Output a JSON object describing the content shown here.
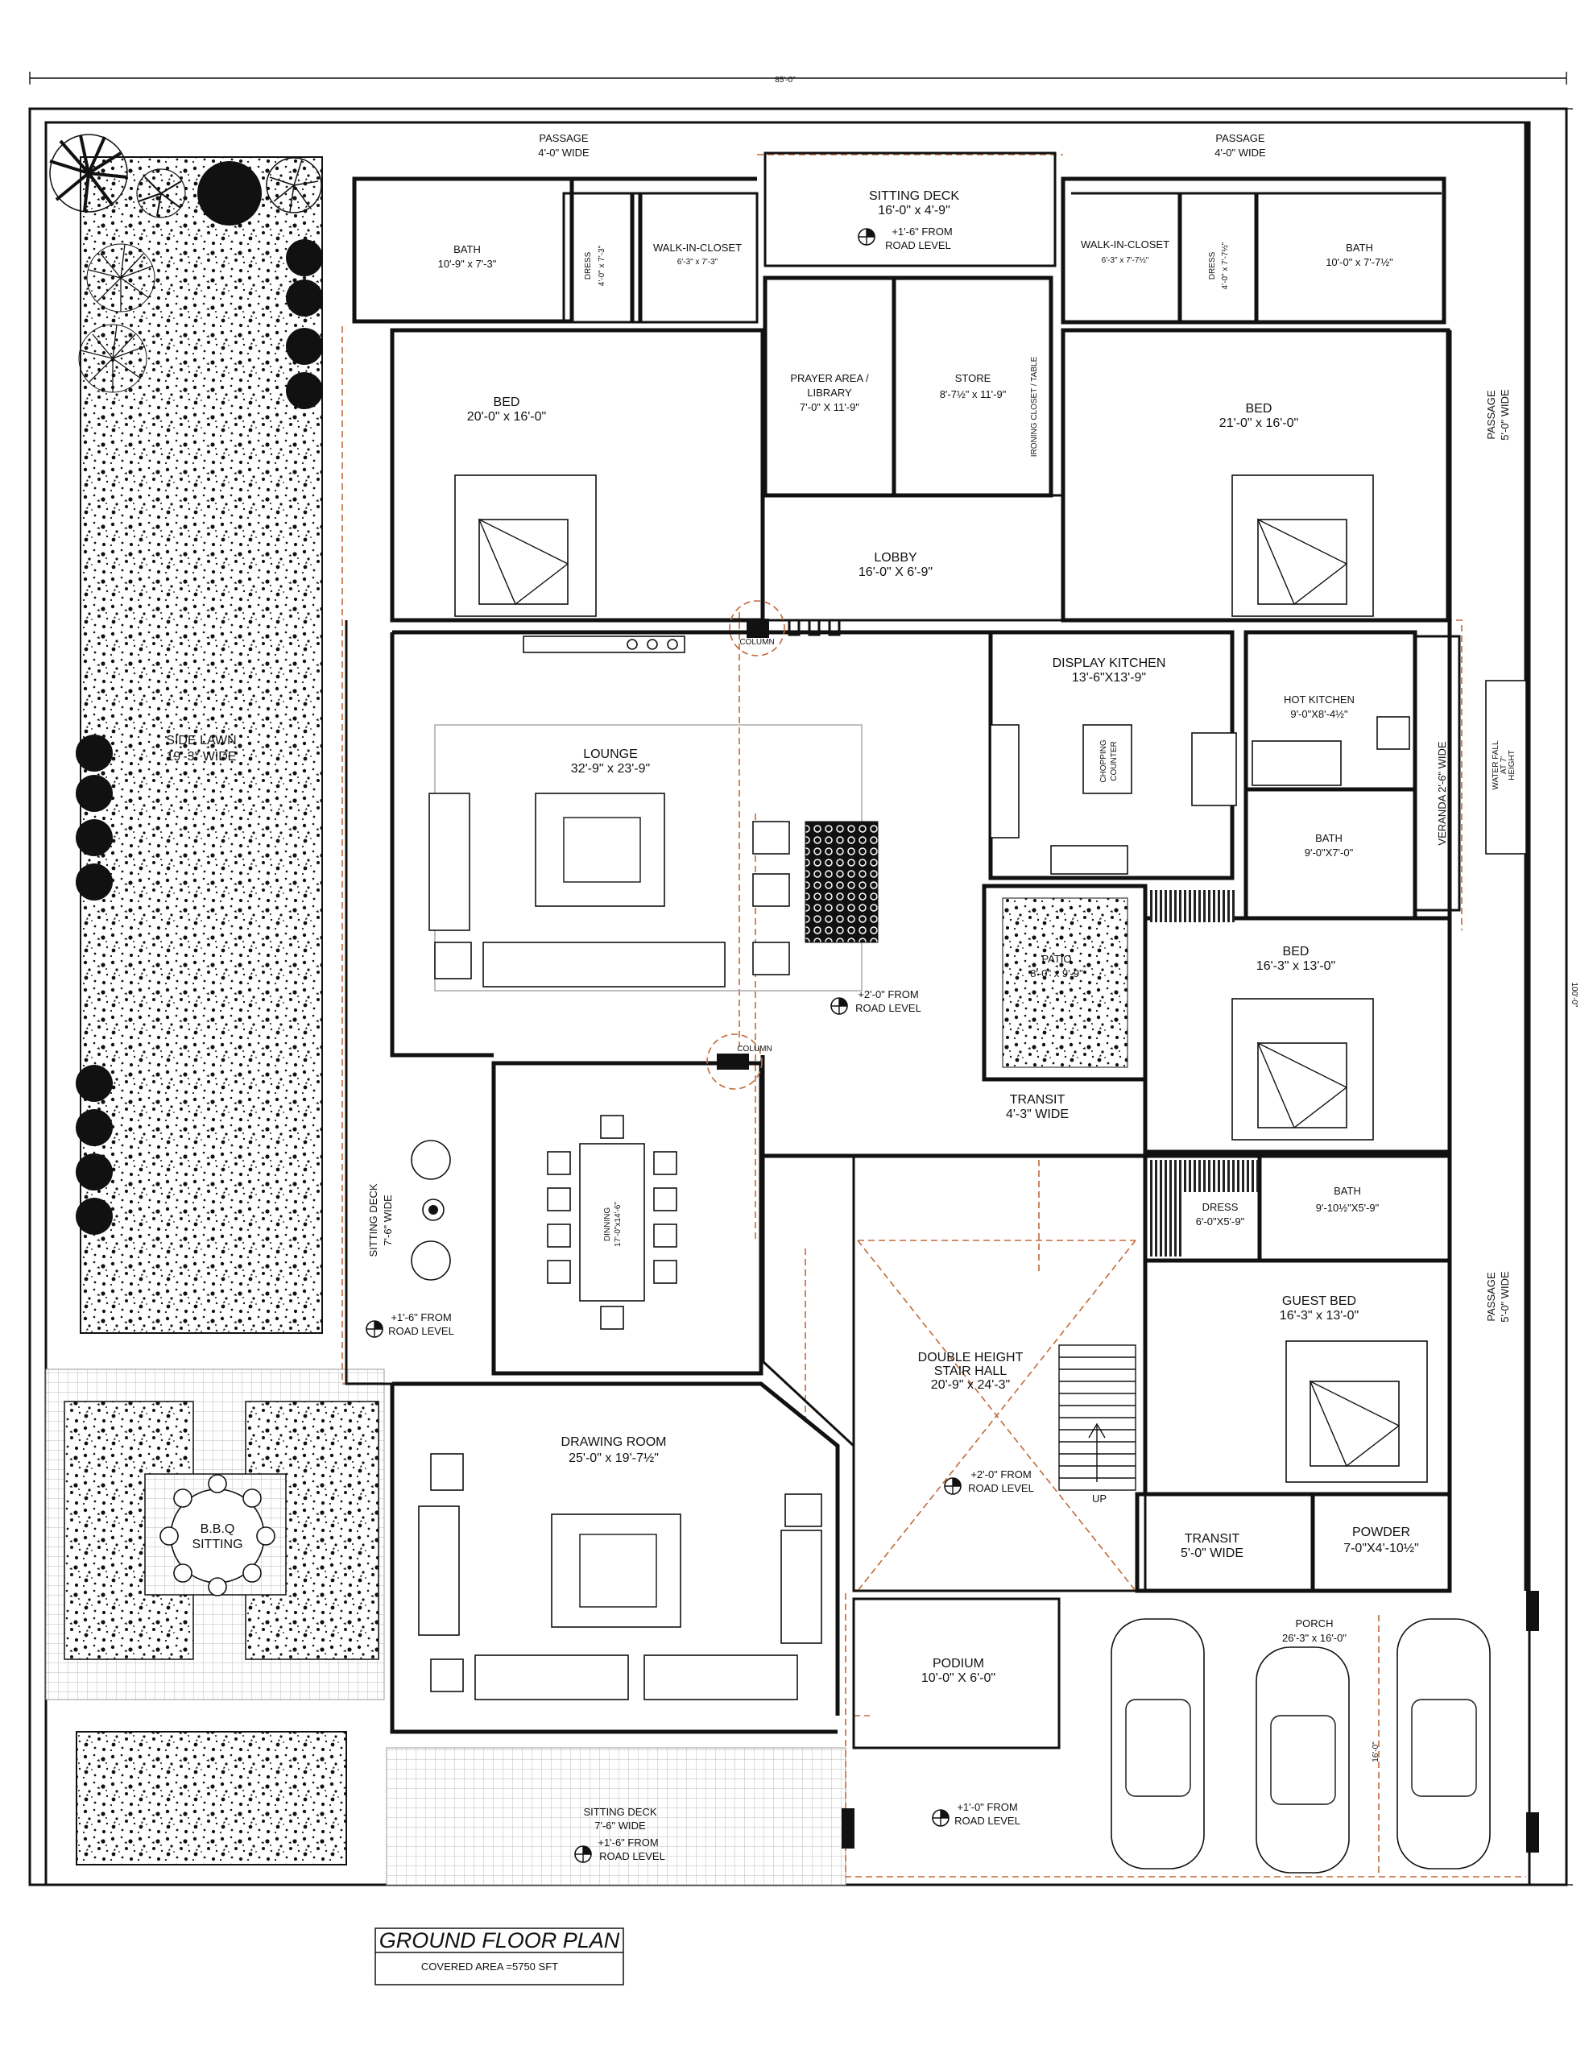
{
  "plan": {
    "overall_width": "85'-0\"",
    "overall_depth": "100'-0\"",
    "title": "GROUND FLOOR PLAN",
    "covered_area": "COVERED AREA =5750 SFT"
  },
  "rooms": {
    "passage_left": {
      "name": "PASSAGE",
      "size": "4'-0\"  WIDE"
    },
    "passage_right": {
      "name": "PASSAGE",
      "size": "4'-0\"  WIDE"
    },
    "sitting_deck_top": {
      "name": "SITTING DECK",
      "size": "16'-0\" x 4'-9\"",
      "level1": "+1'-6\" FROM",
      "level2": "ROAD LEVEL"
    },
    "bath_left": {
      "name": "BATH",
      "size": "10'-9\" x 7'-3\""
    },
    "dress_left": {
      "name": "DRESS",
      "size": "4'-0\" x 7'-3\""
    },
    "wic_left": {
      "name": "WALK-IN-CLOSET",
      "size": "6'-3\" x 7'-3\""
    },
    "wic_right": {
      "name": "WALK-IN-CLOSET",
      "size": "6'-3\" x 7'-7½\""
    },
    "dress_right": {
      "name": "DRESS",
      "size": "4'-0\" x 7'-7½\""
    },
    "bath_right": {
      "name": "BATH",
      "size": "10'-0\" x 7'-7½\""
    },
    "bed_left": {
      "name": "BED",
      "size": "20'-0\" x 16'-0\""
    },
    "prayer": {
      "name": "PRAYER AREA /",
      "name2": "LIBRARY",
      "size": "7'-0\" X 11'-9\""
    },
    "store": {
      "name": "STORE",
      "size": "8'-7½\" x 11'-9\"",
      "note": "IRONING CLOSET / TABLE"
    },
    "bed_right": {
      "name": "BED",
      "size": "21'-0\" x 16'-0\""
    },
    "passage_east1": {
      "name": "PASSAGE",
      "size": "5'-0\" WIDE"
    },
    "lobby": {
      "name": "LOBBY",
      "size": "16'-0\" X 6'-9\""
    },
    "column1": {
      "name": "COLUMN"
    },
    "column2": {
      "name": "COLUMN"
    },
    "lounge": {
      "name": "LOUNGE",
      "size": "32'-9\" x 23'-9\""
    },
    "display_kitchen": {
      "name": "DISPLAY KITCHEN",
      "size": "13'-6\"X13'-9\"",
      "counter1": "CHOPPING",
      "counter2": "COUNTER"
    },
    "hot_kitchen": {
      "name": "HOT KITCHEN",
      "size": "9'-0\"X8'-4½\""
    },
    "veranda": {
      "name": "VERANDA  2'-6\" WIDE",
      "feature1": "WATER FALL",
      "feature2": "AT 7'",
      "feature3": "HEIGHT"
    },
    "bath_mid": {
      "name": "BATH",
      "size": "9'-0\"X7'-0\""
    },
    "side_lawn": {
      "name": "SIDE LAWN",
      "size": "19'-3\" WIDE"
    },
    "patio": {
      "name": "PATIO",
      "size": "8'-0\" x 9'-9\""
    },
    "bed_mid": {
      "name": "BED",
      "size": "16'-3\" x 13'-0\""
    },
    "hall_level": {
      "l1": "+2'-0\" FROM",
      "l2": "ROAD LEVEL"
    },
    "transit1": {
      "name": "TRANSIT",
      "size": "4'-3\" WIDE"
    },
    "sitting_deck_left": {
      "name": "SITTING DECK",
      "size": "7'-6\" WIDE",
      "level1": "+1'-6\" FROM",
      "level2": "ROAD LEVEL"
    },
    "dining": {
      "name": "DINNING",
      "size": "17'-0\"x14'-6\""
    },
    "dress_mid": {
      "name": "DRESS",
      "size": "6'-0\"X5'-9\""
    },
    "bath_guest": {
      "name": "BATH",
      "size": "9'-10½\"X5'-9\""
    },
    "guest_bed": {
      "name": "GUEST BED",
      "size": "16'-3\" x 13'-0\""
    },
    "passage_east2": {
      "name": "PASSAGE",
      "size": "5'-0\" WIDE"
    },
    "stair_hall": {
      "name": "DOUBLE HEIGHT",
      "name2": "STAIR HALL",
      "size": "20'-9\" x 24'-3\"",
      "level1": "+2'-0\" FROM",
      "level2": "ROAD LEVEL",
      "up": "UP"
    },
    "drawing": {
      "name": "DRAWING ROOM",
      "size": "25'-0\" x 19'-7½\""
    },
    "bbq": {
      "name": "B.B.Q",
      "name2": "SITTING"
    },
    "transit2": {
      "name": "TRANSIT",
      "size": "5'-0\" WIDE"
    },
    "powder": {
      "name": "POWDER",
      "size": "7-0\"X4'-10½\""
    },
    "porch": {
      "name": "PORCH",
      "size": "26'-3\" x 16'-0\"",
      "dim": "16'-0\""
    },
    "podium": {
      "name": "PODIUM",
      "size": "10'-0\" X 6'-0\""
    },
    "porch_level": {
      "l1": "+1'-0\" FROM",
      "l2": "ROAD LEVEL"
    },
    "sitting_deck_bottom": {
      "name": "SITTING DECK",
      "size": "7'-6\" WIDE",
      "level1": "+1'-6\" FROM",
      "level2": "ROAD LEVEL"
    }
  }
}
